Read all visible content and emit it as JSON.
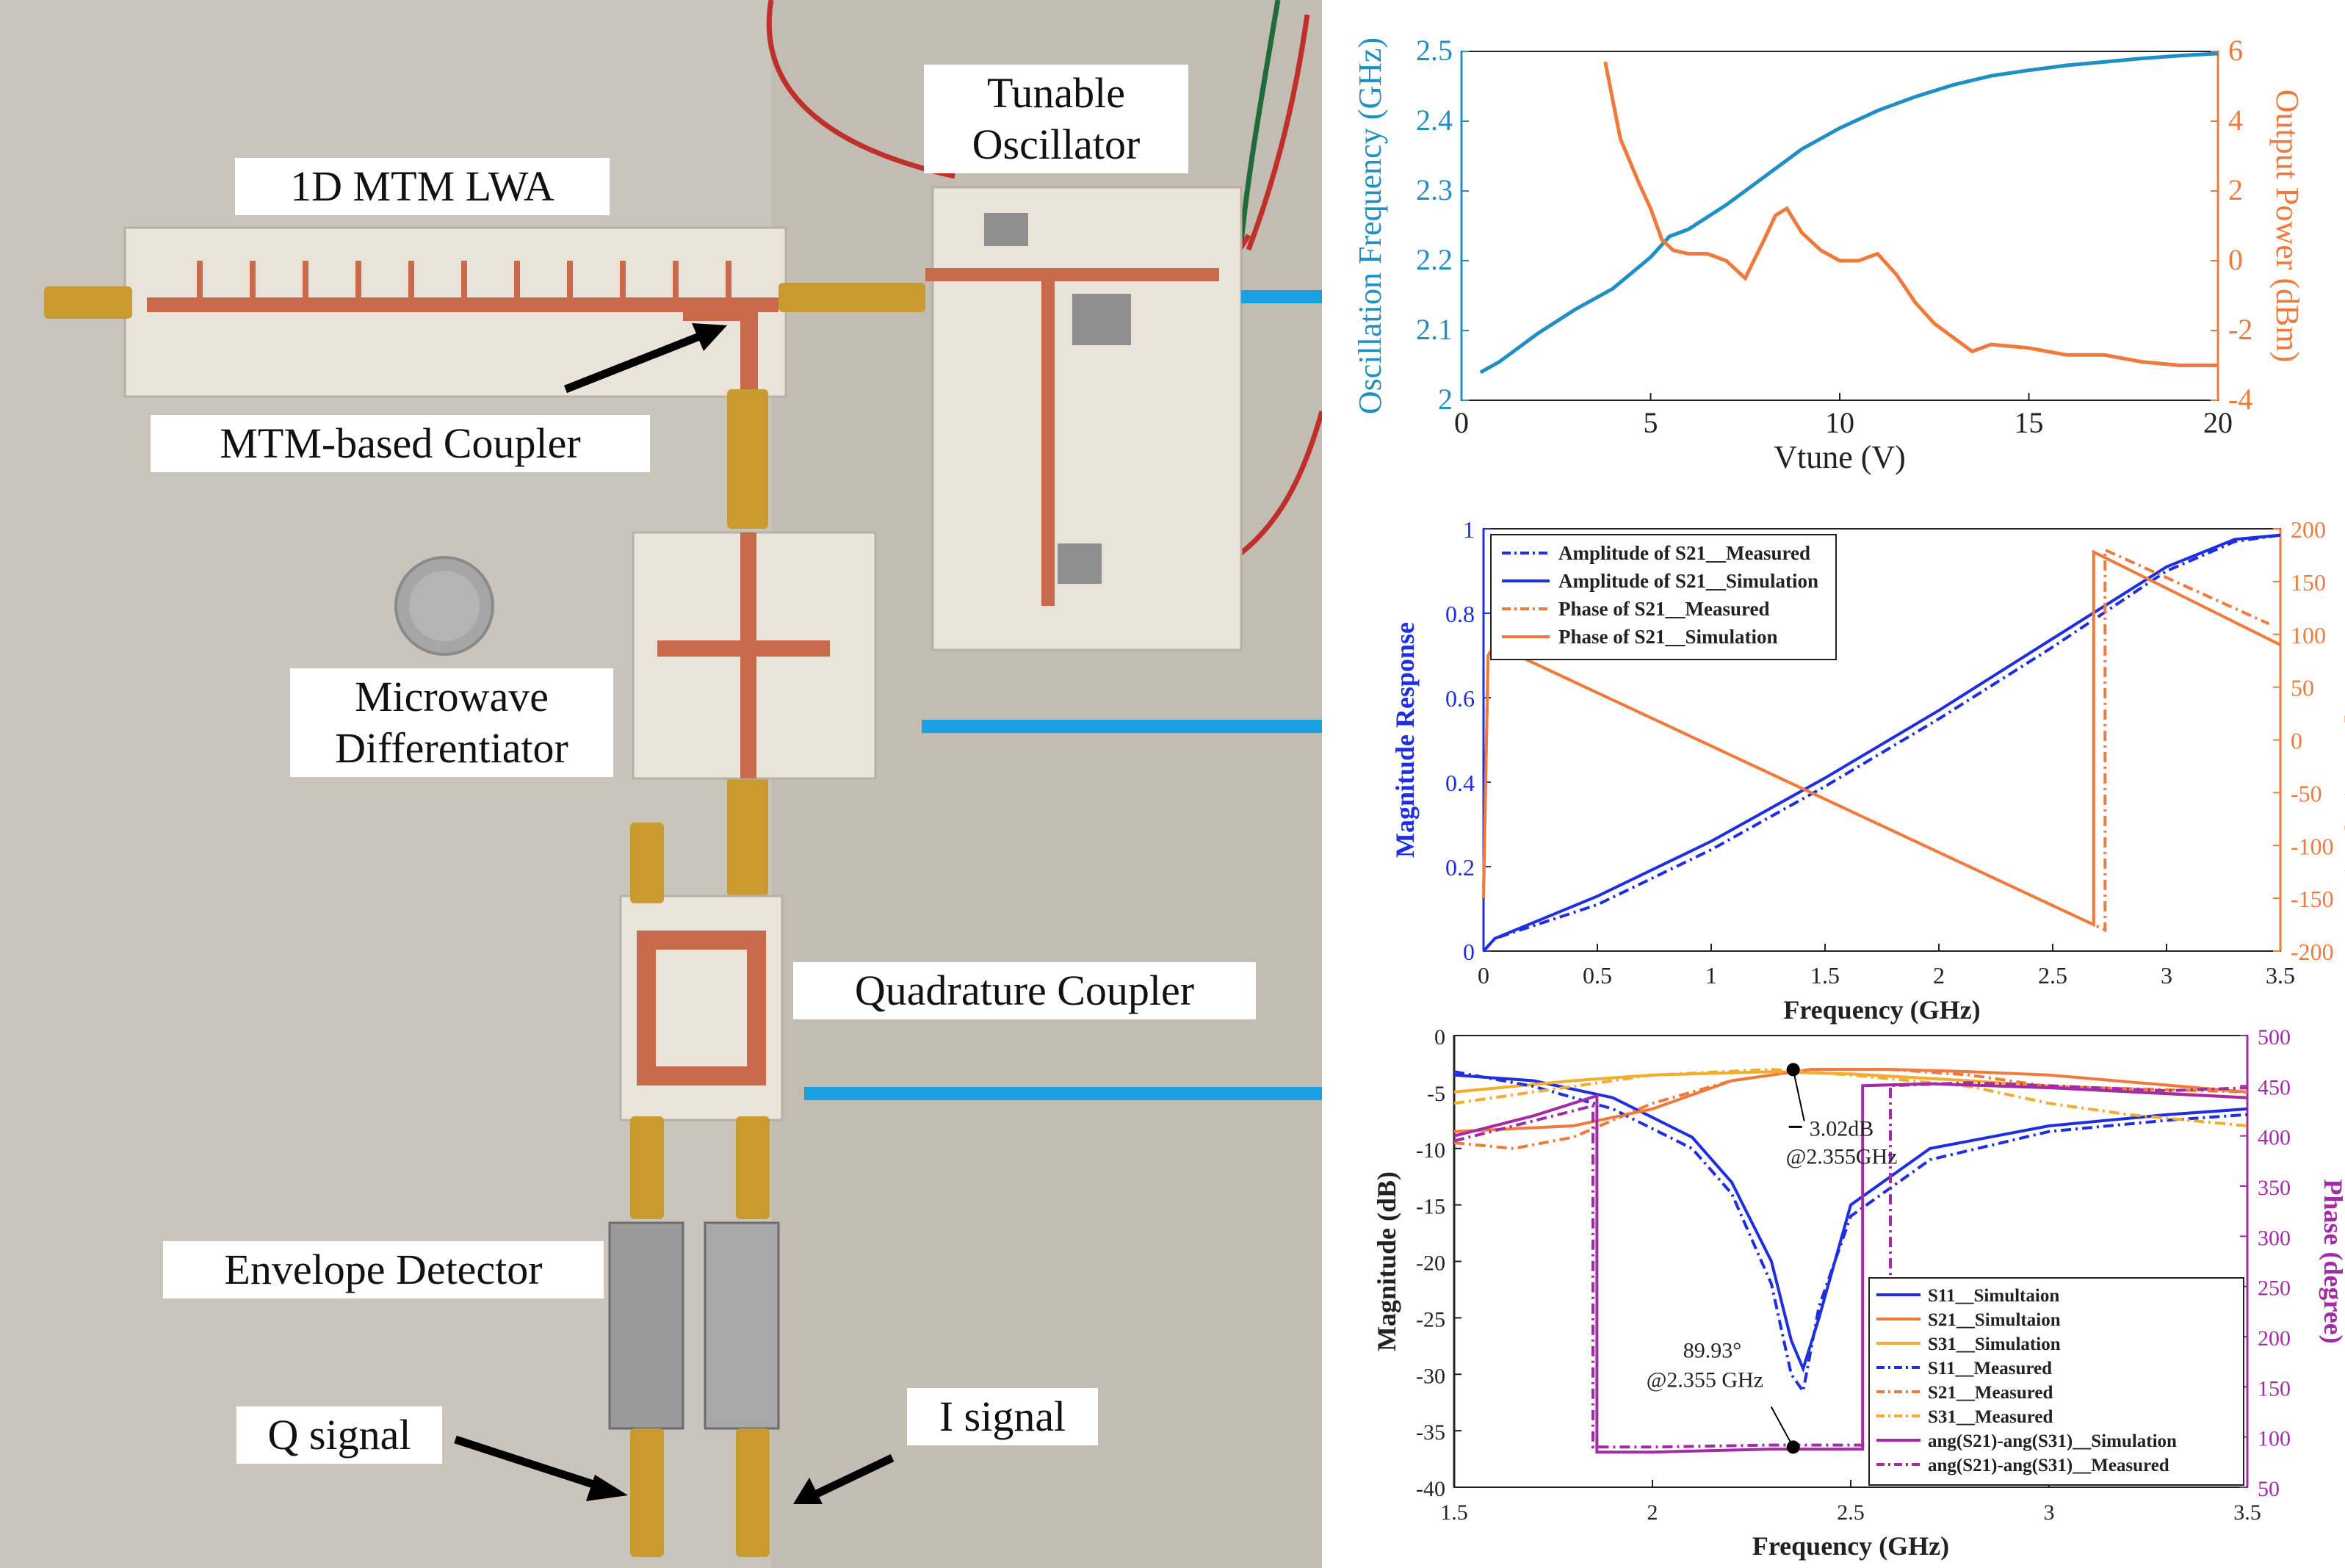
{
  "labels": {
    "lwa": "1D MTM LWA",
    "oscillator_line1": "Tunable",
    "oscillator_line2": "Oscillator",
    "coupler_mtm": "MTM-based Coupler",
    "differentiator_line1": "Microwave",
    "differentiator_line2": "Differentiator",
    "quadrature": "Quadrature Coupler",
    "envelope": "Envelope Detector",
    "q_signal": "Q signal",
    "i_signal": "I signal"
  },
  "colors": {
    "arrow": "#1ba1e2",
    "osc_freq": "#1f8fc4",
    "osc_power": "#f07a3c",
    "blue": "#1f2fe0",
    "orange": "#f07a3c",
    "yellow": "#f2ad2e",
    "purple": "#a32ca6",
    "pcb_trace": "#c86a4b",
    "substrate": "#e9e3d9",
    "connector": "#c99a2e"
  },
  "chart_data": [
    {
      "type": "line",
      "xlabel": "Vtune (V)",
      "ylabel": "Oscillation Frequency (GHz)",
      "y2label": "Output Power (dBm)",
      "xlim": [
        0,
        20
      ],
      "ylim": [
        2,
        2.5
      ],
      "y2lim": [
        -4,
        6
      ],
      "xticks": [
        "0",
        "5",
        "10",
        "15",
        "20"
      ],
      "yticks": [
        "2",
        "2.1",
        "2.2",
        "2.3",
        "2.4",
        "2.5"
      ],
      "y2ticks": [
        "-4",
        "-2",
        "0",
        "2",
        "4",
        "6"
      ],
      "series": [
        {
          "axis": "left",
          "x": [
            0.5,
            1,
            2,
            3,
            4,
            5,
            5.5,
            6,
            7,
            8,
            9,
            10,
            11,
            12,
            13,
            14,
            15,
            16,
            17,
            18,
            19,
            20
          ],
          "y": [
            2.04,
            2.055,
            2.095,
            2.13,
            2.16,
            2.205,
            2.235,
            2.245,
            2.28,
            2.32,
            2.36,
            2.39,
            2.415,
            2.435,
            2.452,
            2.465,
            2.473,
            2.48,
            2.485,
            2.49,
            2.494,
            2.497
          ]
        },
        {
          "axis": "right",
          "x": [
            3.8,
            4.2,
            4.7,
            5,
            5.3,
            5.6,
            6,
            6.5,
            7,
            7.5,
            8,
            8.3,
            8.6,
            9,
            9.5,
            10,
            10.5,
            11,
            11.5,
            12,
            12.5,
            13,
            13.5,
            14,
            15,
            16,
            17,
            18,
            19,
            20
          ],
          "y": [
            5.7,
            3.5,
            2.2,
            1.5,
            0.6,
            0.3,
            0.2,
            0.2,
            0,
            -0.5,
            0.6,
            1.3,
            1.5,
            0.8,
            0.3,
            0,
            0,
            0.2,
            -0.4,
            -1.2,
            -1.8,
            -2.2,
            -2.6,
            -2.4,
            -2.5,
            -2.7,
            -2.7,
            -2.9,
            -3,
            -3
          ]
        }
      ]
    },
    {
      "type": "line",
      "xlabel": "Frequency (GHz)",
      "ylabel": "Magnitude Response",
      "y2label": "Phase Response (degree)",
      "xlim": [
        0,
        3.5
      ],
      "ylim": [
        0,
        1
      ],
      "y2lim": [
        -200,
        200
      ],
      "xticks": [
        "0",
        "0.5",
        "1",
        "1.5",
        "2",
        "2.5",
        "3",
        "3.5"
      ],
      "yticks": [
        "0",
        "0.2",
        "0.4",
        "0.6",
        "0.8",
        "1"
      ],
      "y2ticks": [
        "-200",
        "-150",
        "-100",
        "-50",
        "0",
        "50",
        "100",
        "150",
        "200"
      ],
      "series": [
        {
          "name": "Amplitude of S21__Measured",
          "axis": "left",
          "dash": true,
          "x": [
            0,
            0.05,
            0.5,
            1,
            1.5,
            2,
            2.5,
            3,
            3.3,
            3.5
          ],
          "y": [
            0,
            0.03,
            0.11,
            0.24,
            0.39,
            0.55,
            0.72,
            0.9,
            0.97,
            0.985
          ]
        },
        {
          "name": "Amplitude of S21__Simulation",
          "axis": "left",
          "dash": false,
          "x": [
            0,
            0.05,
            0.5,
            1,
            1.5,
            2,
            2.5,
            3,
            3.3,
            3.5
          ],
          "y": [
            0,
            0.03,
            0.13,
            0.26,
            0.41,
            0.57,
            0.74,
            0.91,
            0.975,
            0.985
          ]
        },
        {
          "name": "Phase of S21__Measured",
          "axis": "right",
          "dash": true,
          "x": [
            0,
            0.02,
            0.05,
            0.1,
            2.73,
            2.73,
            3.45
          ],
          "y": [
            -140,
            80,
            90,
            85,
            -180,
            180,
            110
          ]
        },
        {
          "name": "Phase of S21__Simulation",
          "axis": "right",
          "dash": false,
          "x": [
            0,
            0.02,
            0.05,
            0.1,
            2.68,
            2.68,
            3.5
          ],
          "y": [
            -150,
            80,
            90,
            85,
            -175,
            178,
            90
          ]
        }
      ]
    },
    {
      "type": "line",
      "xlabel": "Frequency (GHz)",
      "ylabel": "Magnitude (dB)",
      "y2label": "Phase (degree)",
      "xlim": [
        1.5,
        3.5
      ],
      "ylim": [
        -40,
        0
      ],
      "y2lim": [
        50,
        500
      ],
      "xticks": [
        "1.5",
        "2",
        "2.5",
        "3",
        "3.5"
      ],
      "yticks": [
        "0",
        "-5",
        "-10",
        "-15",
        "-20",
        "-25",
        "-30",
        "-35",
        "-40"
      ],
      "y2ticks": [
        "500",
        "450",
        "400",
        "350",
        "300",
        "250",
        "200",
        "150",
        "100",
        "50"
      ],
      "annotations": [
        {
          "text_line1": "3.02dB",
          "text_line2": "@2.355GHz",
          "x": 2.355,
          "y": -3.02,
          "axis": "left"
        },
        {
          "text_line1": "89.93°",
          "text_line2": "@2.355 GHz",
          "x": 2.355,
          "y": 89.93,
          "axis": "right"
        }
      ],
      "series": [
        {
          "name": "S11__Simultaion",
          "color": "blue",
          "axis": "left",
          "dash": false,
          "x": [
            1.5,
            1.7,
            1.9,
            2.1,
            2.2,
            2.3,
            2.35,
            2.38,
            2.42,
            2.5,
            2.7,
            3,
            3.3,
            3.5
          ],
          "y": [
            -3.5,
            -4,
            -5.5,
            -9,
            -13,
            -20,
            -27,
            -29.5,
            -25,
            -15,
            -10,
            -8,
            -7,
            -6.5
          ]
        },
        {
          "name": "S21__Simultaion",
          "color": "orange",
          "axis": "left",
          "dash": false,
          "x": [
            1.5,
            1.8,
            2,
            2.2,
            2.4,
            2.6,
            2.8,
            3,
            3.5
          ],
          "y": [
            -8.5,
            -8,
            -6.5,
            -4,
            -3,
            -3,
            -3.2,
            -3.5,
            -5
          ]
        },
        {
          "name": "S31__Simulation",
          "color": "yellow",
          "axis": "left",
          "dash": false,
          "x": [
            1.5,
            1.8,
            2,
            2.3,
            2.5,
            2.8,
            3,
            3.5
          ],
          "y": [
            -5,
            -4,
            -3.5,
            -3.2,
            -3.4,
            -4,
            -4.5,
            -5.5
          ]
        },
        {
          "name": "S11__Measured",
          "color": "blue",
          "axis": "left",
          "dash": true,
          "x": [
            1.5,
            1.7,
            1.9,
            2.1,
            2.2,
            2.3,
            2.35,
            2.38,
            2.42,
            2.5,
            2.7,
            3,
            3.3,
            3.5
          ],
          "y": [
            -3.2,
            -4.5,
            -6.5,
            -10,
            -14,
            -22,
            -30,
            -31.5,
            -24,
            -16,
            -11,
            -8.5,
            -7.5,
            -7
          ]
        },
        {
          "name": "S21__Measured",
          "color": "orange",
          "axis": "left",
          "dash": true,
          "x": [
            1.5,
            1.65,
            1.8,
            2,
            2.2,
            2.4,
            2.6,
            2.8,
            3,
            3.5
          ],
          "y": [
            -9.5,
            -10,
            -9,
            -6,
            -4,
            -3,
            -3,
            -3.5,
            -4.5,
            -5
          ]
        },
        {
          "name": "S31__Measured",
          "color": "yellow",
          "axis": "left",
          "dash": true,
          "x": [
            1.5,
            1.8,
            2,
            2.3,
            2.5,
            2.8,
            3,
            3.2,
            3.5
          ],
          "y": [
            -6,
            -4.5,
            -3.5,
            -3,
            -3.5,
            -4.5,
            -6,
            -7,
            -8
          ]
        },
        {
          "name": "ang(S21)-ang(S31)__Simulation",
          "color": "purple",
          "axis": "right",
          "dash": false,
          "x": [
            1.5,
            1.7,
            1.86,
            1.86,
            2.0,
            2.3,
            2.53,
            2.53,
            2.7,
            3.0,
            3.3,
            3.5
          ],
          "y": [
            400,
            420,
            440,
            85,
            85,
            88,
            88,
            450,
            452,
            448,
            442,
            438
          ]
        },
        {
          "name": "ang(S21)-ang(S31)__Measured",
          "color": "purple",
          "axis": "right",
          "dash": true,
          "x": [
            1.5,
            1.7,
            1.85,
            1.85,
            2.0,
            2.3,
            2.6,
            2.6,
            2.8,
            3.0,
            3.3,
            3.5
          ],
          "y": [
            395,
            415,
            430,
            90,
            90,
            92,
            92,
            450,
            453,
            450,
            445,
            448
          ]
        }
      ]
    }
  ]
}
